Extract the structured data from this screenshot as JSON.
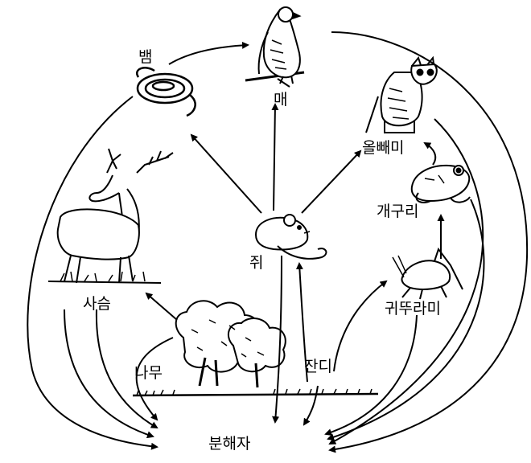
{
  "labels": {
    "snake": "뱀",
    "hawk": "매",
    "owl": "올빼미",
    "frog": "개구리",
    "deer": "사슴",
    "mouse": "쥐",
    "cricket": "귀뚜라미",
    "tree": "나무",
    "grass": "잔디",
    "decomposer": "분해자"
  }
}
